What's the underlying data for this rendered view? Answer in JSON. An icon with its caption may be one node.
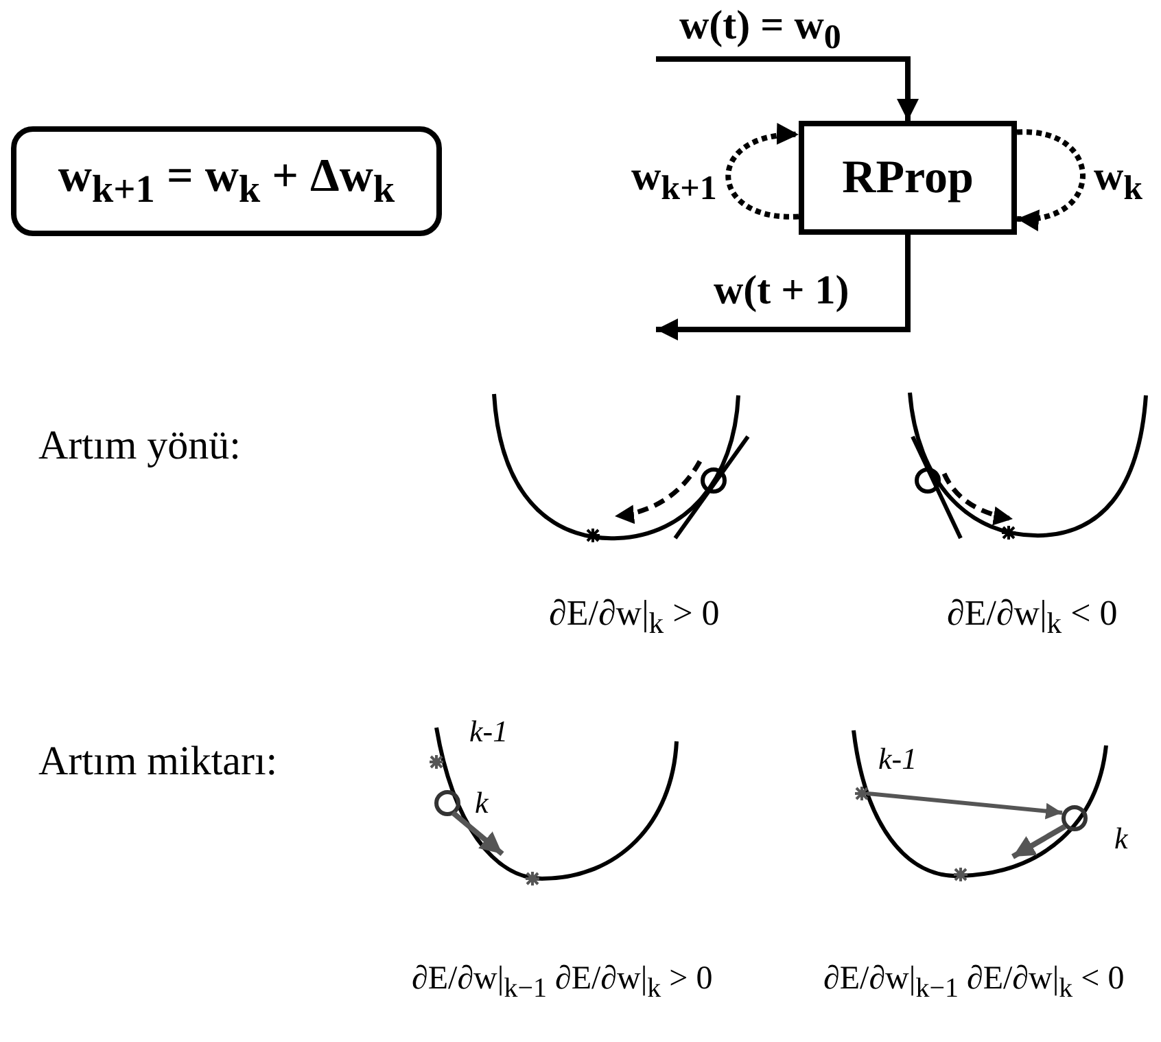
{
  "diagram": {
    "nodes": [
      {
        "text": [
          "w$_{k+1}$ = w$_{k}$ + Δw$_{k}$"
        ]
      },
      {
        "text": [
          "RProp"
        ]
      }
    ],
    "edges": [
      {
        "from": null,
        "to": 1,
        "arrow": "to",
        "label": "w(t) = w$_{0}$"
      },
      {
        "from": 1,
        "to": null,
        "arrow": "to",
        "label": "w(t + 1)"
      },
      {
        "from": 1,
        "to": 1,
        "arrow": "to",
        "style": "dashed",
        "label": "w$_{k+1}$"
      },
      {
        "from": 1,
        "to": 1,
        "arrow": "to",
        "style": "dashed",
        "label": "w$_{k}$"
      }
    ],
    "labels": [
      "Artım yönü:",
      "∂E/∂w|$_{k}$ > 0",
      "∂E/∂w|$_{k}$ < 0",
      "Artım miktarı:",
      "k-1",
      "k",
      "k-1",
      "k",
      "∂E/∂w|$_{k−1}$ ∂E/∂w|$_{k}$ > 0",
      "∂E/∂w|$_{k−1}$ ∂E/∂w|$_{k}$ < 0"
    ]
  }
}
